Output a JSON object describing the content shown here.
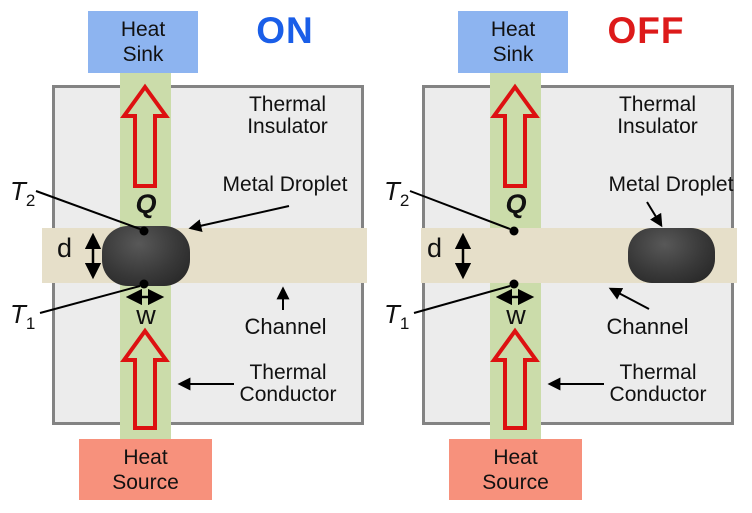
{
  "colors": {
    "on_state": "#1a5ee8",
    "off_state": "#dd1a1a",
    "heat_flow_arrow": "#dd1111",
    "heat_sink_fill": "#8db4f0",
    "heat_source_fill": "#f7917c",
    "thermal_conductor_fill": "#cbdcaa",
    "channel_fill": "#e6dfc9",
    "thermal_insulator_fill": "#ececec",
    "insulator_border": "#838383",
    "metal_droplet_fill": "#333333"
  },
  "panels": [
    {
      "state_label": "ON",
      "heat_sink_line1": "Heat",
      "heat_sink_line2": "Sink",
      "heat_source_line1": "Heat",
      "heat_source_line2": "Source",
      "insulator_line1": "Thermal",
      "insulator_line2": "Insulator",
      "metal_droplet_label": "Metal Droplet",
      "channel_label": "Channel",
      "conductor_line1": "Thermal",
      "conductor_line2": "Conductor",
      "heat_symbol": "Q",
      "t_top_base": "T",
      "t_top_sub": "2",
      "t_bottom_base": "T",
      "t_bottom_sub": "1",
      "depth_symbol": "d",
      "width_symbol": "w"
    },
    {
      "state_label": "OFF",
      "heat_sink_line1": "Heat",
      "heat_sink_line2": "Sink",
      "heat_source_line1": "Heat",
      "heat_source_line2": "Source",
      "insulator_line1": "Thermal",
      "insulator_line2": "Insulator",
      "metal_droplet_label": "Metal Droplet",
      "channel_label": "Channel",
      "conductor_line1": "Thermal",
      "conductor_line2": "Conductor",
      "heat_symbol": "Q",
      "t_top_base": "T",
      "t_top_sub": "2",
      "t_bottom_base": "T",
      "t_bottom_sub": "1",
      "depth_symbol": "d",
      "width_symbol": "w"
    }
  ]
}
